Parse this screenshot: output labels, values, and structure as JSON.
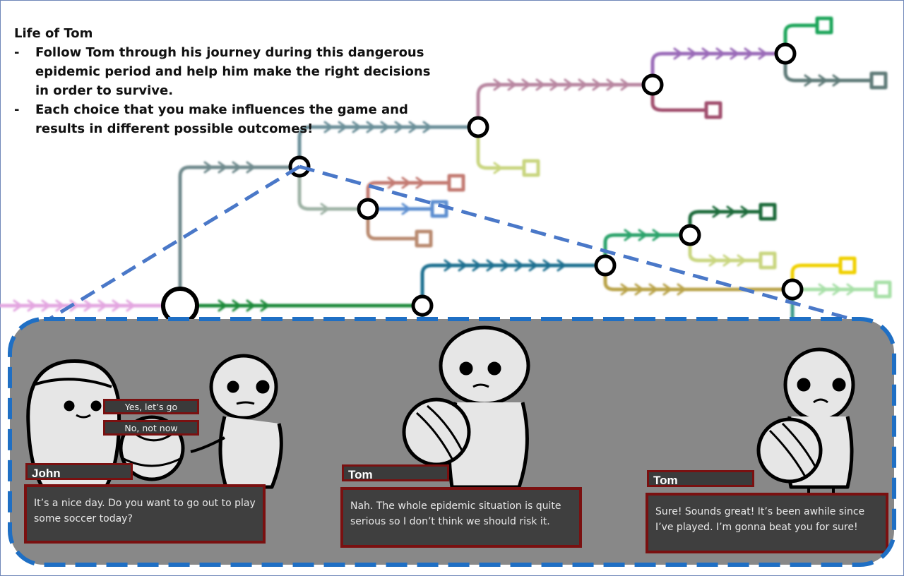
{
  "intro": {
    "title": "Life of Tom",
    "bullets": [
      "Follow Tom through his journey during this dangerous epidemic period and help him make the right decisions in order to survive.",
      "Each choice that you make influences the game and results in different possible outcomes!"
    ]
  },
  "scenes": [
    {
      "speaker": "John",
      "dialog": "It’s a nice day. Do you want to go out to play some soccer today?",
      "choices": [
        "Yes, let’s go",
        "No, not now"
      ]
    },
    {
      "speaker": "Tom",
      "dialog": "Nah. The whole epidemic situation is quite serious so I don’t think we should risk it."
    },
    {
      "speaker": "Tom",
      "dialog": "Sure! Sounds great! It’s been awhile since I’ve played. I’m gonna beat you for sure!"
    }
  ],
  "colors": {
    "zoom_outline": "#4a78c8",
    "panel_border": "#1f6fc4",
    "dialog_border": "#7a1010",
    "panel_bg": "#888888"
  }
}
